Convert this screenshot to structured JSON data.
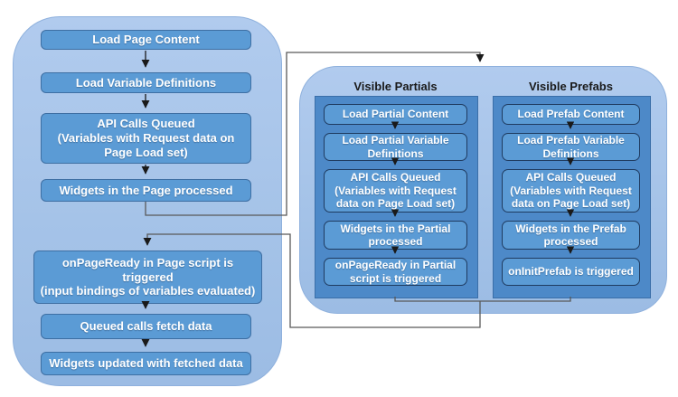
{
  "diagram": {
    "page": {
      "boxes": [
        "Load Page Content",
        "Load Variable Definitions",
        "API Calls Queued\n(Variables with Request data on Page Load set)",
        "Widgets in the Page processed",
        "onPageReady in Page script is triggered\n(input bindings of variables evaluated)",
        "Queued calls fetch data",
        "Widgets updated with fetched data"
      ]
    },
    "partials": {
      "title": "Visible Partials",
      "boxes": [
        "Load Partial Content",
        "Load Partial Variable Definitions",
        "API Calls Queued\n(Variables with Request data on Page Load set)",
        "Widgets in the Partial processed",
        "onPageReady in Partial script is triggered"
      ]
    },
    "prefabs": {
      "title": "Visible Prefabs",
      "boxes": [
        "Load Prefab Content",
        "Load Prefab Variable Definitions",
        "API Calls Queued\n(Variables with Request data on Page Load set)",
        "Widgets in the Prefab processed",
        "onInitPrefab is triggered"
      ]
    },
    "colors": {
      "container_fill": "#a5c3e8",
      "container_border": "#8fb1dd",
      "panel_fill": "#4d89c8",
      "box_fill": "#5b9bd5",
      "box_border_left": "#3e6fa3",
      "box_border_panel": "#1f3b60",
      "box_text": "#ffffff",
      "title_text": "#1a1a1a",
      "connector_gray": "#595959",
      "arrow_black": "#1a1a1a"
    }
  }
}
